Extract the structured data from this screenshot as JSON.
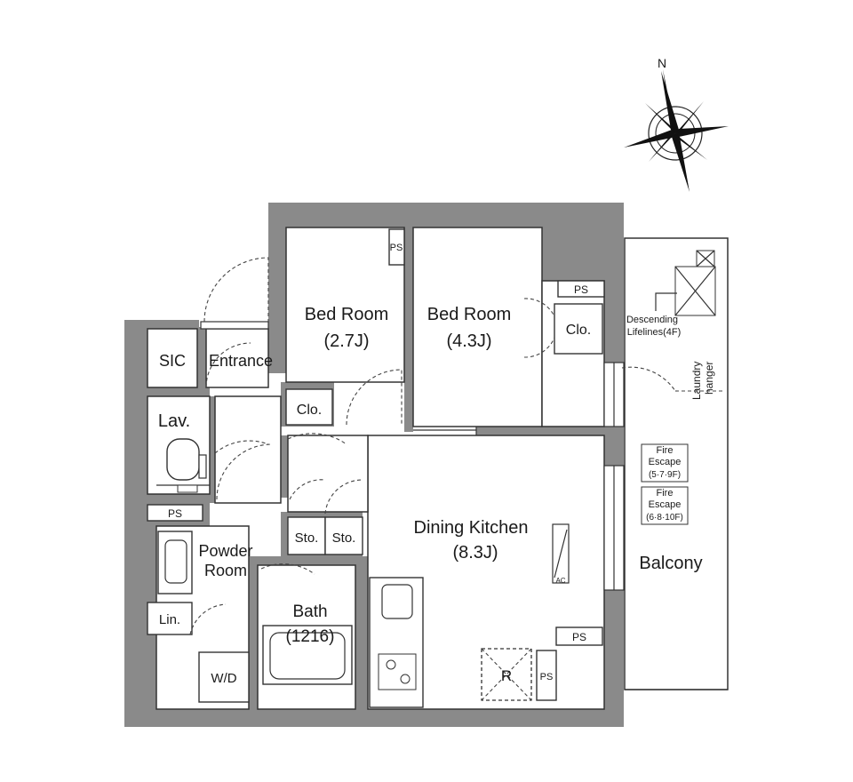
{
  "colors": {
    "wall": "#8a8a8a",
    "line": "#333333",
    "background": "#ffffff"
  },
  "compass": {
    "north_label": "N",
    "icon": "compass-rose-icon"
  },
  "rooms": {
    "bedroom_small": {
      "name": "Bed Room",
      "size": "(2.7J)"
    },
    "bedroom_large": {
      "name": "Bed Room",
      "size": "(4.3J)"
    },
    "dining_kitchen": {
      "name": "Dining Kitchen",
      "size": "(8.3J)"
    },
    "powder_room": {
      "line1": "Powder",
      "line2": "Room"
    },
    "bath": {
      "name": "Bath",
      "size": "(1216)"
    },
    "balcony": {
      "name": "Balcony"
    }
  },
  "labels": {
    "sic": "SIC",
    "entrance": "Entrance",
    "lav": "Lav.",
    "closet_small": "Clo.",
    "closet_large": "Clo.",
    "storage_left": "Sto.",
    "storage_right": "Sto.",
    "linen": "Lin.",
    "washer_dryer": "W/D",
    "refrigerator": "R",
    "aircon": "AC",
    "ps": "PS",
    "descending_lifelines_line1": "Descending",
    "descending_lifelines_line2": "Lifelines(4F)",
    "laundry_hanger_line1": "Laundry",
    "laundry_hanger_line2": "hanger",
    "fire_escape_1_line1": "Fire",
    "fire_escape_1_line2": "Escape",
    "fire_escape_1_line3": "(5·7·9F)",
    "fire_escape_2_line1": "Fire",
    "fire_escape_2_line2": "Escape",
    "fire_escape_2_line3": "(6·8·10F)"
  }
}
